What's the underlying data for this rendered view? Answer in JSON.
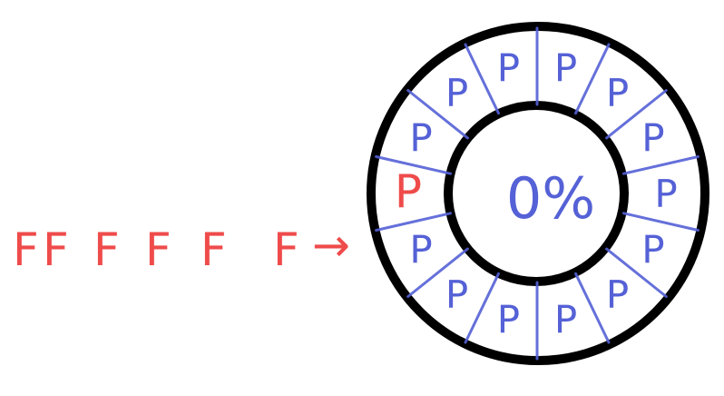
{
  "queue": {
    "labels": [
      "F",
      "F",
      "F",
      "F",
      "F",
      "F"
    ],
    "arrow_symbol": "→",
    "color": "#ef4b4b"
  },
  "ring": {
    "center_label": "0%",
    "segment_label": "P",
    "filled_count": 14,
    "blue_color": "#5561d6",
    "red_color": "#ef4b4b",
    "ring_color": "#000000"
  }
}
